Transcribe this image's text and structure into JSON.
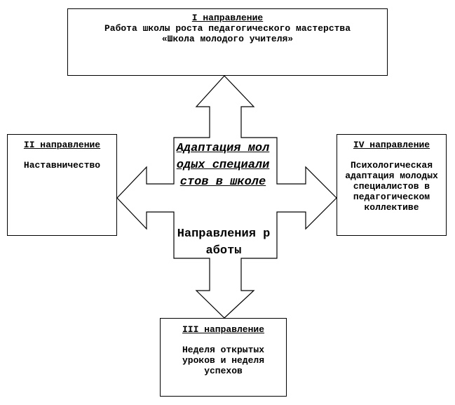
{
  "center": {
    "title": "Адаптация молодых специалистов в школе",
    "subtitle": "Направления работы"
  },
  "boxes": {
    "top": {
      "heading": "I  направление",
      "text": "Работа школы роста педагогического мастерства «Школа молодого учителя»"
    },
    "left": {
      "heading": "II направление",
      "text": "Наставничество"
    },
    "right": {
      "heading": "IV направление",
      "text": "Психологическая адаптация молодых специалистов в педагогическом коллективе"
    },
    "bottom": {
      "heading": "III направление",
      "text": "Неделя открытых уроков и неделя успехов"
    }
  }
}
